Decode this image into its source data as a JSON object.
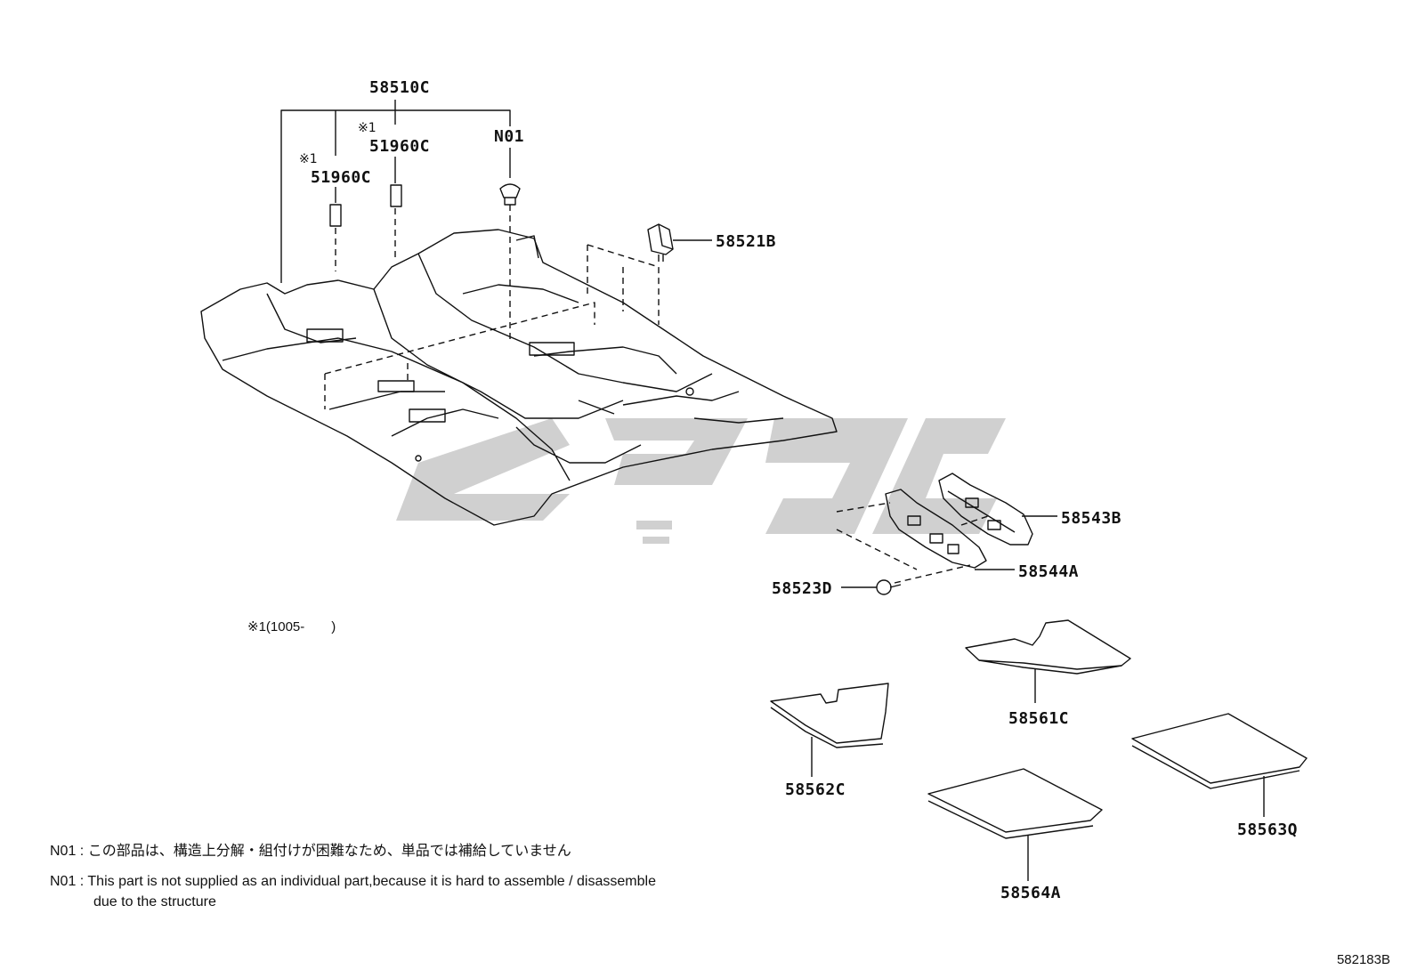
{
  "parts": {
    "p58510C": "58510C",
    "n01": "N01",
    "p51960C_a": "51960C",
    "p51960C_b": "51960C",
    "p58521B": "58521B",
    "p58543B": "58543B",
    "p58544A": "58544A",
    "p58523D": "58523D",
    "p58561C": "58561C",
    "p58562C": "58562C",
    "p58563Q": "58563Q",
    "p58564A": "58564A"
  },
  "marks": {
    "m1": "※1",
    "m2": "※1"
  },
  "footnote": "※1(1005-　　)",
  "notes": {
    "jp": "N01 : この部品は、構造上分解・組付けが困難なため、単品では補給していません",
    "en_line1": "N01 : This part is not supplied as an individual part,because it is hard to assemble / disassemble",
    "en_line2": "due to the structure"
  },
  "figure_id": "582183B",
  "colors": {
    "line": "#111111",
    "watermark": "#c8c8c8"
  }
}
